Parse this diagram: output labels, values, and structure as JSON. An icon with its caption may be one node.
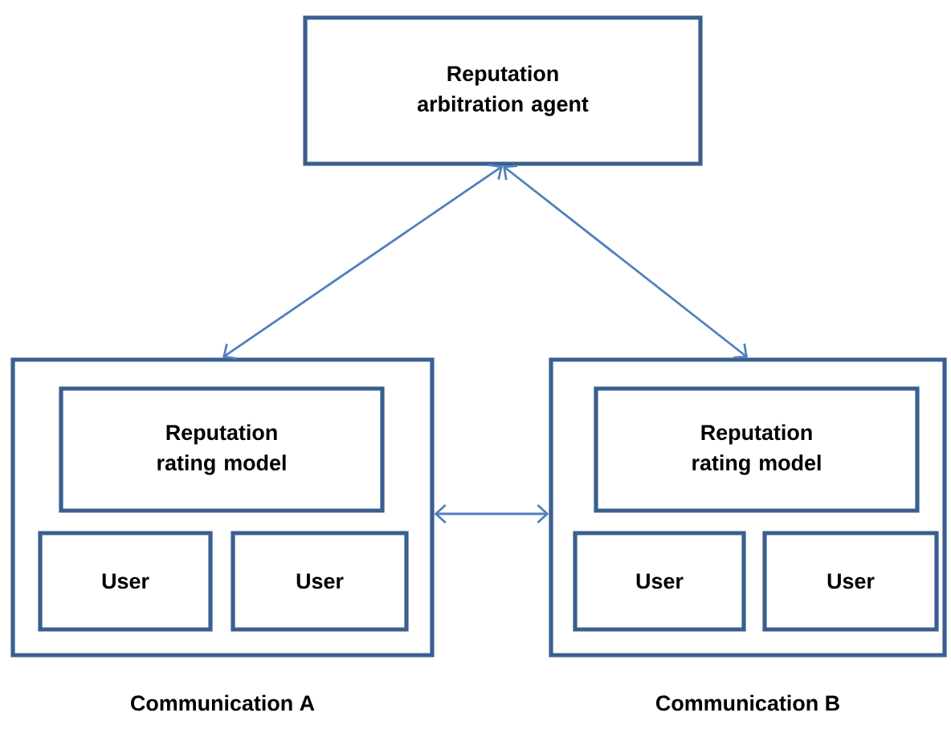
{
  "diagram": {
    "nodes": [
      {
        "text": [
          "Reputation arbitration agent"
        ]
      },
      {
        "text": [],
        "shape": "box",
        "beside": [
          "Communication A"
        ]
      },
      {
        "text": [
          "Reputation rating model"
        ],
        "in": 1
      },
      {
        "text": [
          "User"
        ],
        "in": 1
      },
      {
        "text": [
          "User"
        ],
        "in": 1
      },
      {
        "text": [],
        "shape": "box",
        "beside": [
          "Communication B"
        ]
      },
      {
        "text": [
          "Reputation rating model"
        ],
        "in": 5
      },
      {
        "text": [
          "User"
        ],
        "in": 5
      },
      {
        "text": [
          "User"
        ],
        "in": 5
      }
    ],
    "edges": [
      {
        "from": 0,
        "to": 1,
        "arrow": "both"
      },
      {
        "from": 0,
        "to": 5,
        "arrow": "both"
      },
      {
        "from": 1,
        "to": 5,
        "arrow": "both"
      }
    ]
  }
}
